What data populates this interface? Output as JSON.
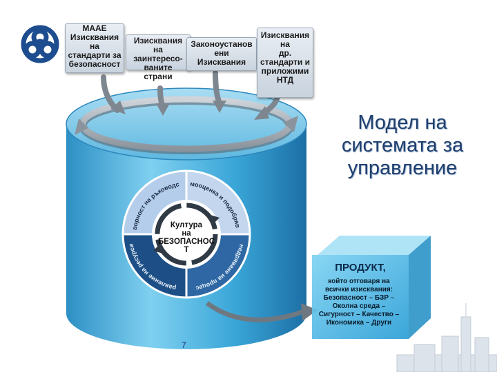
{
  "logo": {
    "name": "institution-logo"
  },
  "requirements": [
    {
      "lines": [
        "МААЕ",
        "Изисквания",
        "на",
        "стандарти за",
        "безопасност"
      ]
    },
    {
      "lines": [
        "Изисквания",
        "на",
        "заинтересо-",
        "ваните",
        "страни"
      ]
    },
    {
      "lines": [
        "Законоустанов",
        "ени",
        "Изисквания"
      ]
    },
    {
      "lines": [
        "Изисквания",
        "на",
        "др.",
        "стандарти и",
        "приложими",
        "НТД"
      ]
    }
  ],
  "title_lines": [
    "Модел на",
    "системата за",
    "управление"
  ],
  "cycle": {
    "segments": [
      {
        "label": "Отговорност на ръководството"
      },
      {
        "label": "Самооценка и подобряване"
      },
      {
        "label": "Внедряване на процеси"
      },
      {
        "label": "Управление на ресурсите"
      }
    ],
    "center_lines": [
      "Култура",
      "на",
      "БЕЗОПАСНОС",
      "Т"
    ]
  },
  "product": {
    "title": "ПРОДУКТ,",
    "lines": [
      "който отговаря на",
      "всички изисквания:",
      "Безопасност – БЗР –",
      "Околна среда –",
      "Сигурност – Качество –",
      "Икономика – Други"
    ]
  },
  "page_number": "7",
  "colors": {
    "cylinder": "#3fa9d8",
    "cylinder_dark": "#1f7fb5",
    "cycle_light": "#a9c4e6",
    "cycle_dark": "#1d4f86",
    "title": "#1f3f6e",
    "product_box": "#4bb8e6"
  }
}
